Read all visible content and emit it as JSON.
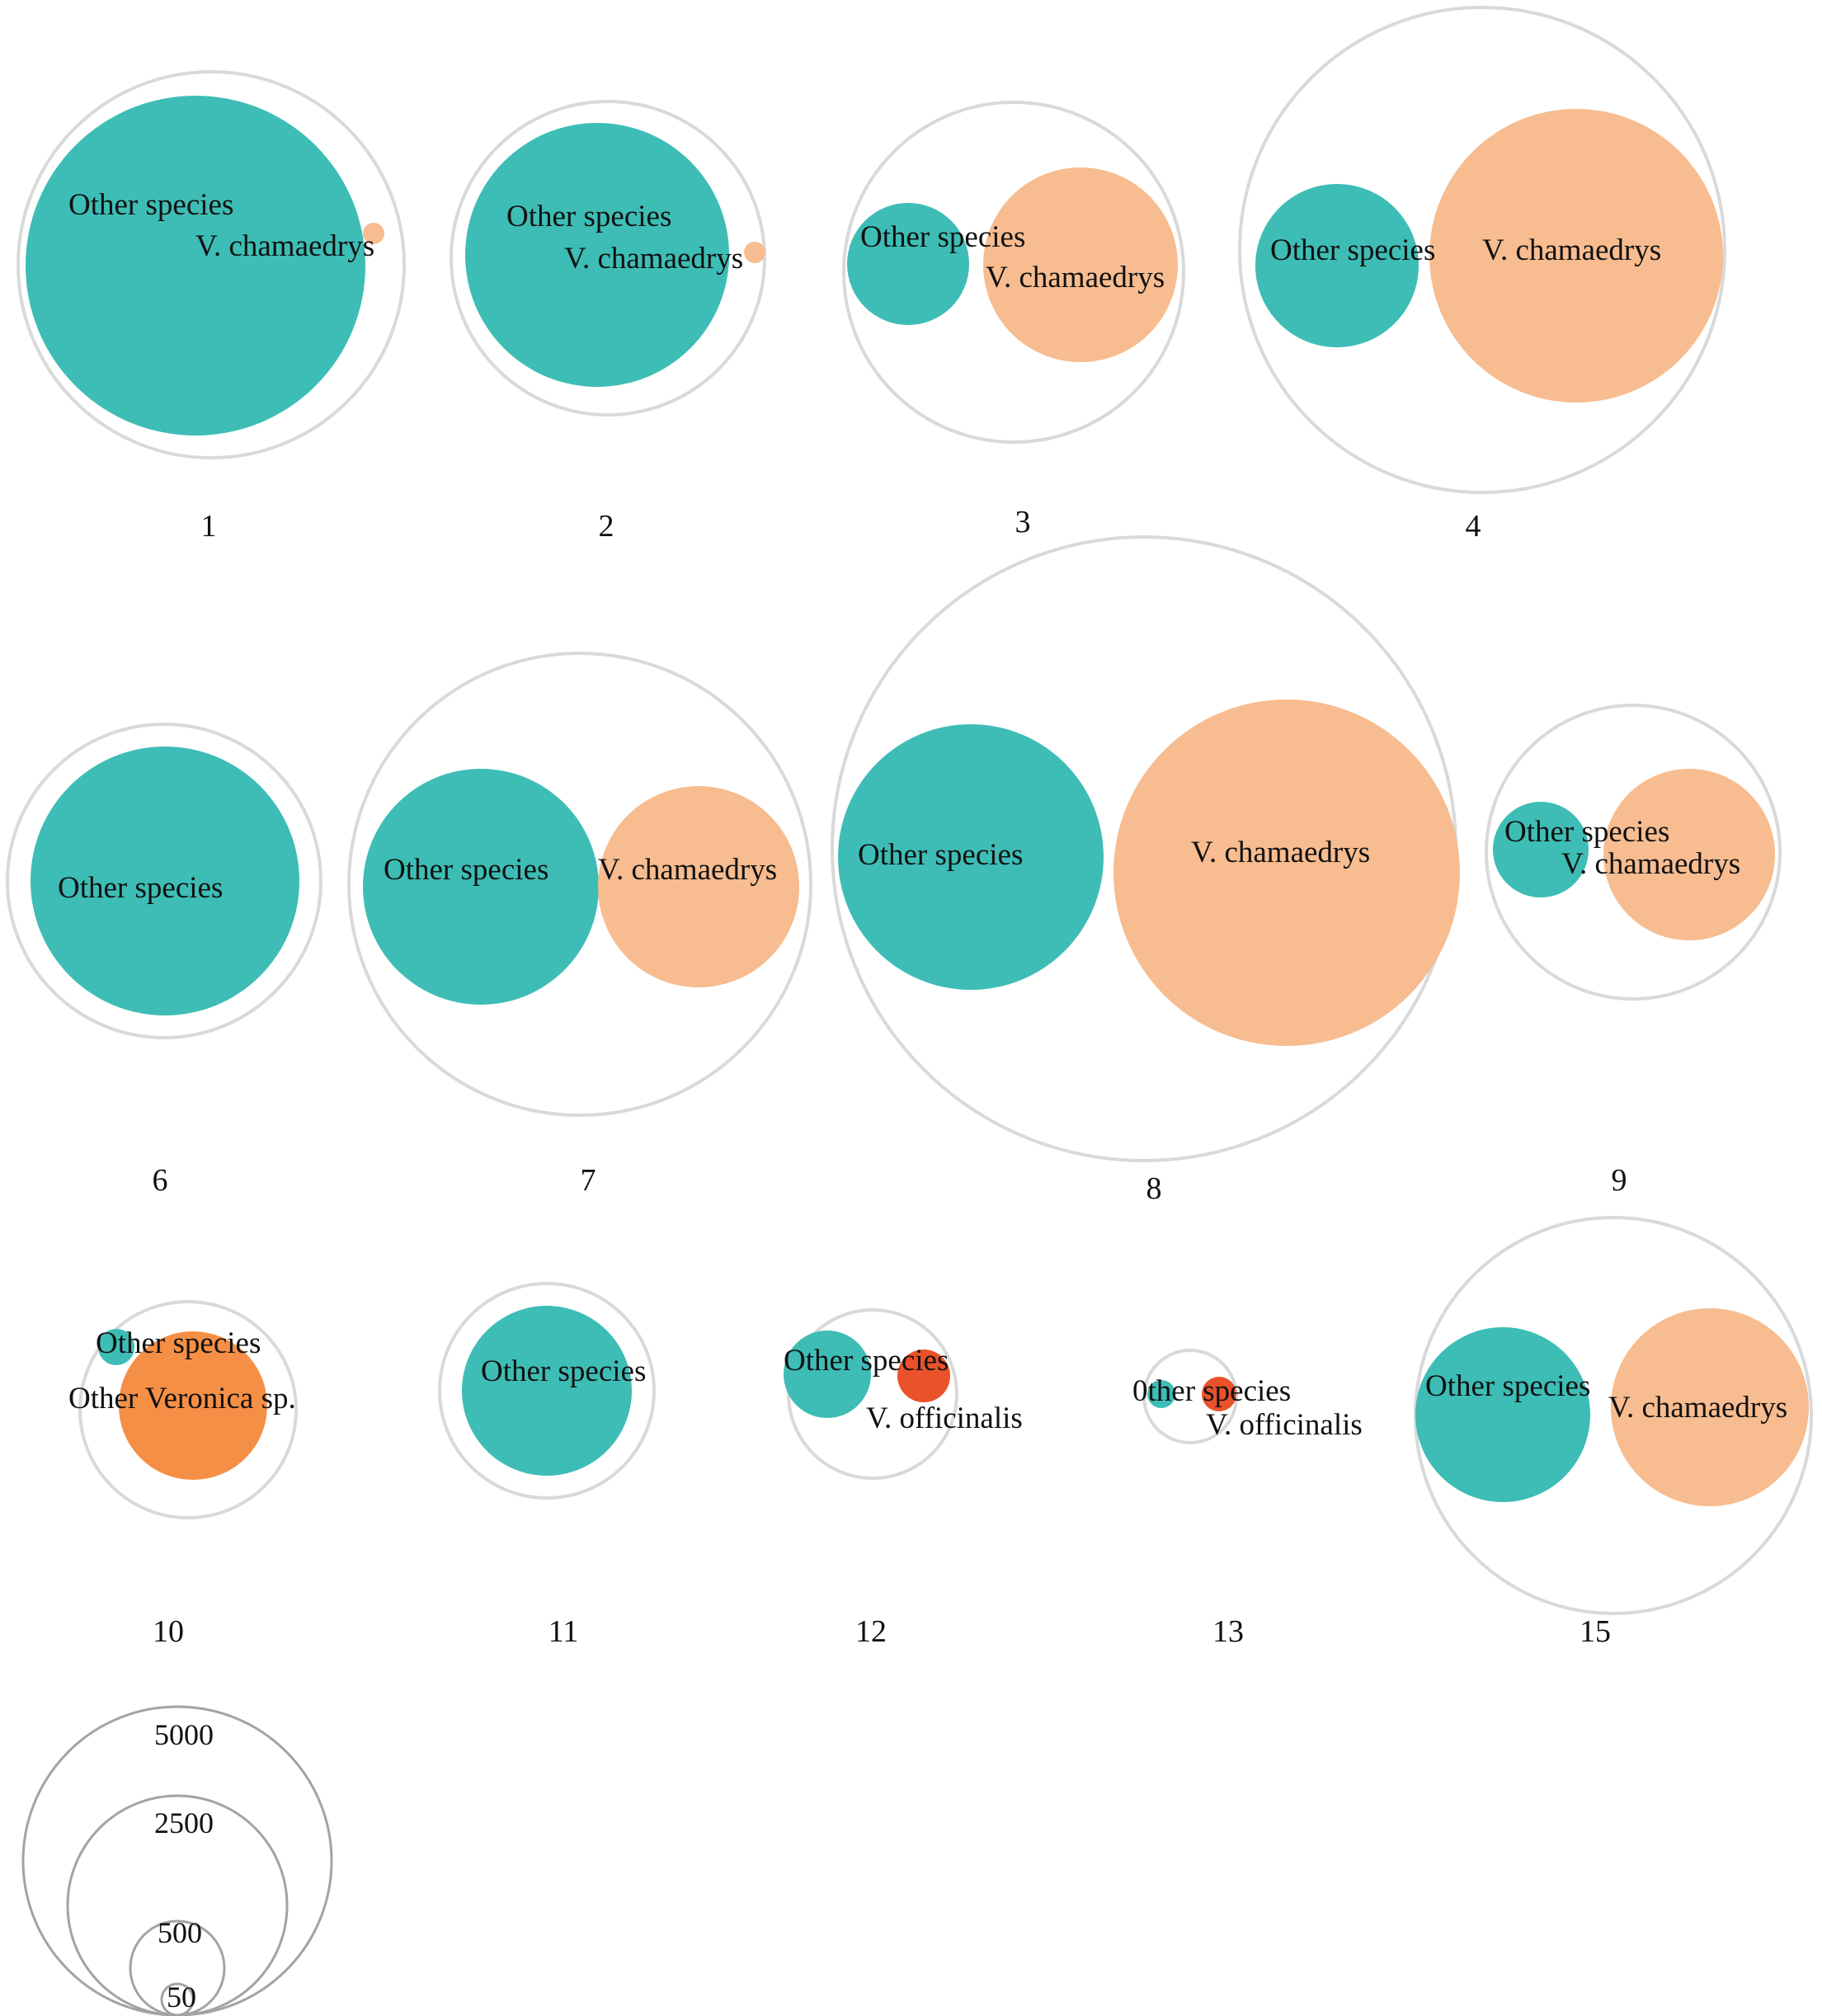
{
  "chart_data": {
    "type": "packed-bubble",
    "colors": {
      "Other species": "#3dbdb5",
      "V. chamaedrys": "#f7bc8f",
      "V. officinalis": "#e9522a",
      "Other Veronica sp.": "#f58f45",
      "outer": "#d9d9d9",
      "legend": "#a3a3a3"
    },
    "sites": [
      {
        "id": "1",
        "label": "1",
        "groups": [
          {
            "name": "Other species",
            "label": "Other species"
          },
          {
            "name": "V. chamaedrys",
            "label": "V. chamaedrys"
          }
        ]
      },
      {
        "id": "2",
        "label": "2",
        "groups": [
          {
            "name": "Other species",
            "label": "Other species"
          },
          {
            "name": "V. chamaedrys",
            "label": "V. chamaedrys"
          }
        ]
      },
      {
        "id": "3",
        "label": "3",
        "groups": [
          {
            "name": "Other species",
            "label": "Other species"
          },
          {
            "name": "V. chamaedrys",
            "label": "V. chamaedrys"
          }
        ]
      },
      {
        "id": "4",
        "label": "4",
        "groups": [
          {
            "name": "Other species",
            "label": "Other species"
          },
          {
            "name": "V. chamaedrys",
            "label": "V. chamaedrys"
          }
        ]
      },
      {
        "id": "6",
        "label": "6",
        "groups": [
          {
            "name": "Other species",
            "label": "Other species"
          }
        ]
      },
      {
        "id": "7",
        "label": "7",
        "groups": [
          {
            "name": "Other species",
            "label": "Other species"
          },
          {
            "name": "V. chamaedrys",
            "label": "V. chamaedrys"
          }
        ]
      },
      {
        "id": "8",
        "label": "8",
        "groups": [
          {
            "name": "Other species",
            "label": "Other species"
          },
          {
            "name": "V. chamaedrys",
            "label": "V. chamaedrys"
          }
        ]
      },
      {
        "id": "9",
        "label": "9",
        "groups": [
          {
            "name": "Other species",
            "label": "Other species"
          },
          {
            "name": "V. chamaedrys",
            "label": "V. chamaedrys"
          }
        ]
      },
      {
        "id": "10",
        "label": "10",
        "groups": [
          {
            "name": "Other species",
            "label": "Other species"
          },
          {
            "name": "Other Veronica sp.",
            "label": "Other Veronica sp."
          }
        ]
      },
      {
        "id": "11",
        "label": "11",
        "groups": [
          {
            "name": "Other species",
            "label": "Other species"
          }
        ]
      },
      {
        "id": "12",
        "label": "12",
        "groups": [
          {
            "name": "Other species",
            "label": "Other species"
          },
          {
            "name": "V. officinalis",
            "label": "V. officinalis"
          }
        ]
      },
      {
        "id": "13",
        "label": "13",
        "groups": [
          {
            "name": "Other species",
            "label": "0ther species"
          },
          {
            "name": "V. officinalis",
            "label": "V. officinalis"
          }
        ]
      },
      {
        "id": "15",
        "label": "15",
        "groups": [
          {
            "name": "Other species",
            "label": "Other species"
          },
          {
            "name": "V. chamaedrys",
            "label": "V. chamaedrys"
          }
        ]
      }
    ],
    "size_legend": {
      "values": [
        5000,
        2500,
        500,
        50
      ],
      "labels": [
        "5000",
        "2500",
        "500",
        "50"
      ]
    }
  }
}
